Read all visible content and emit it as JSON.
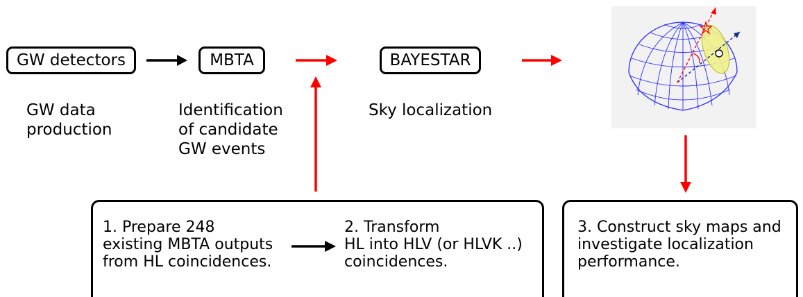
{
  "pipeline": {
    "gw_detectors": {
      "label": "GW detectors",
      "caption": "GW data\nproduction"
    },
    "mbta": {
      "label": "MBTA",
      "caption": "Identification\nof candidate\n GW events"
    },
    "bayestar": {
      "label": "BAYESTAR",
      "caption": "Sky localization"
    }
  },
  "steps": {
    "step1": "1. Prepare 248\nexisting MBTA outputs\nfrom HL coincidences.",
    "step2": "2. Transform\nHL into HLV (or HLVK ..)\ncoincidences.",
    "step3": "3. Construct sky maps and\ninvestigate localization\nperformance."
  },
  "colors": {
    "red_arrow": "#ff0000",
    "black_arrow": "#000000",
    "sphere_grid": "#2a2aff",
    "error_ellipse": "#f0f08a",
    "sky_bg": "#f2f2f2"
  },
  "icons": {
    "sky_map": "celestial-sphere-icon"
  }
}
